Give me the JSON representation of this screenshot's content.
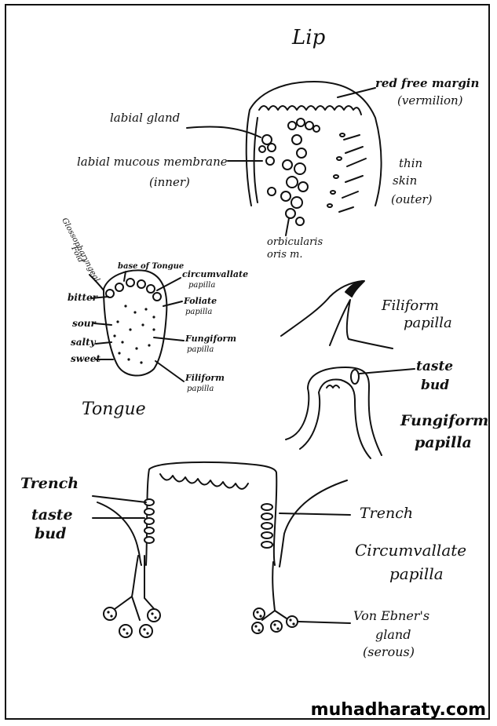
{
  "sections": {
    "lip": "Lip",
    "tongue": "Tongue"
  },
  "lip": {
    "red_free_margin": "red free margin",
    "vermilion": "(vermilion)",
    "labial_gland": "labial gland",
    "labial_mucous_membrane": "labial mucous membrane",
    "inner": "(inner)",
    "thin": "thin",
    "skin": "skin",
    "outer": "(outer)",
    "orbicularis": "orbicularis",
    "oris": "oris m."
  },
  "tongue": {
    "glossopharyngeal": "Glossopharyngeal",
    "fold": "Fold",
    "base_of_tongue": "base of Tongue",
    "bitter": "bitter",
    "sour": "sour",
    "salty": "salty",
    "sweet": "sweet",
    "circumvallate": "circumvallate",
    "circumvallate_papilla": "papilla",
    "foliate": "Foliate",
    "foliate_papilla": "papilla",
    "fungiform": "Fungiform",
    "fungiform_papilla": "papilla",
    "filiform": "Filiform",
    "filiform_papilla": "papilla"
  },
  "filiform": {
    "title": "Filiform",
    "sub": "papilla"
  },
  "fungiform": {
    "taste": "taste",
    "bud": "bud",
    "title": "Fungiform",
    "sub": "papilla"
  },
  "circumvallate": {
    "trench_left": "Trench",
    "taste": "taste",
    "bud": "bud",
    "trench_right": "Trench",
    "title": "Circumvallate",
    "sub": "papilla",
    "von_ebner": "Von Ebner's",
    "gland": "gland",
    "serous": "(serous)"
  },
  "watermark": "muhadharaty.com"
}
